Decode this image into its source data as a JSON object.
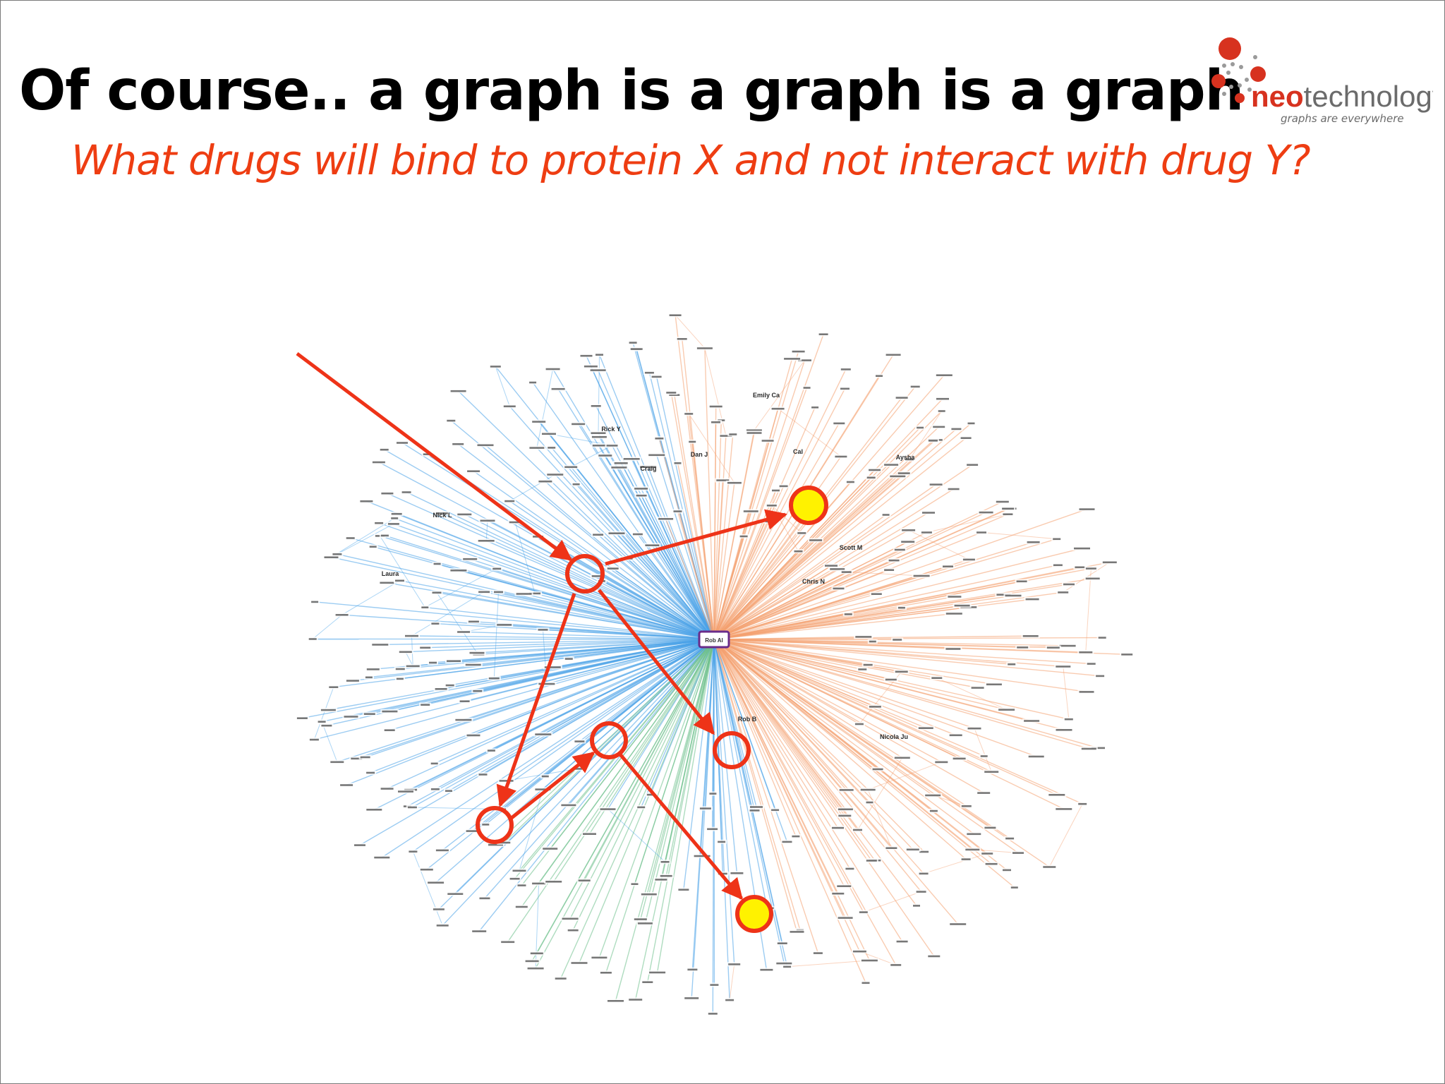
{
  "slide": {
    "title": "Of course.. a graph is a graph is a graph",
    "subtitle": "What drugs will bind to protein X and not interact with drug Y?"
  },
  "logo": {
    "name_bold": "neo",
    "name_light": "technology",
    "tagline": "graphs are everywhere",
    "colors": {
      "dot": "#d7321f",
      "text": "#6b6b6b"
    }
  },
  "graph": {
    "hub_label": "Rob Al",
    "node_labels": [
      "Emily Ca",
      "Craig",
      "Dan J",
      "Cal",
      "Aysha",
      "Rick Y",
      "Nick L",
      "Laura",
      "Scott M",
      "Chris N",
      "Nicola Ju",
      "Rob B"
    ],
    "colors": {
      "left_edges": "#4aa3e8",
      "right_edges": "#f4a070",
      "lower_edges": "#6cc08a",
      "path": "#ee3318",
      "target_fill": "#fff200"
    }
  }
}
